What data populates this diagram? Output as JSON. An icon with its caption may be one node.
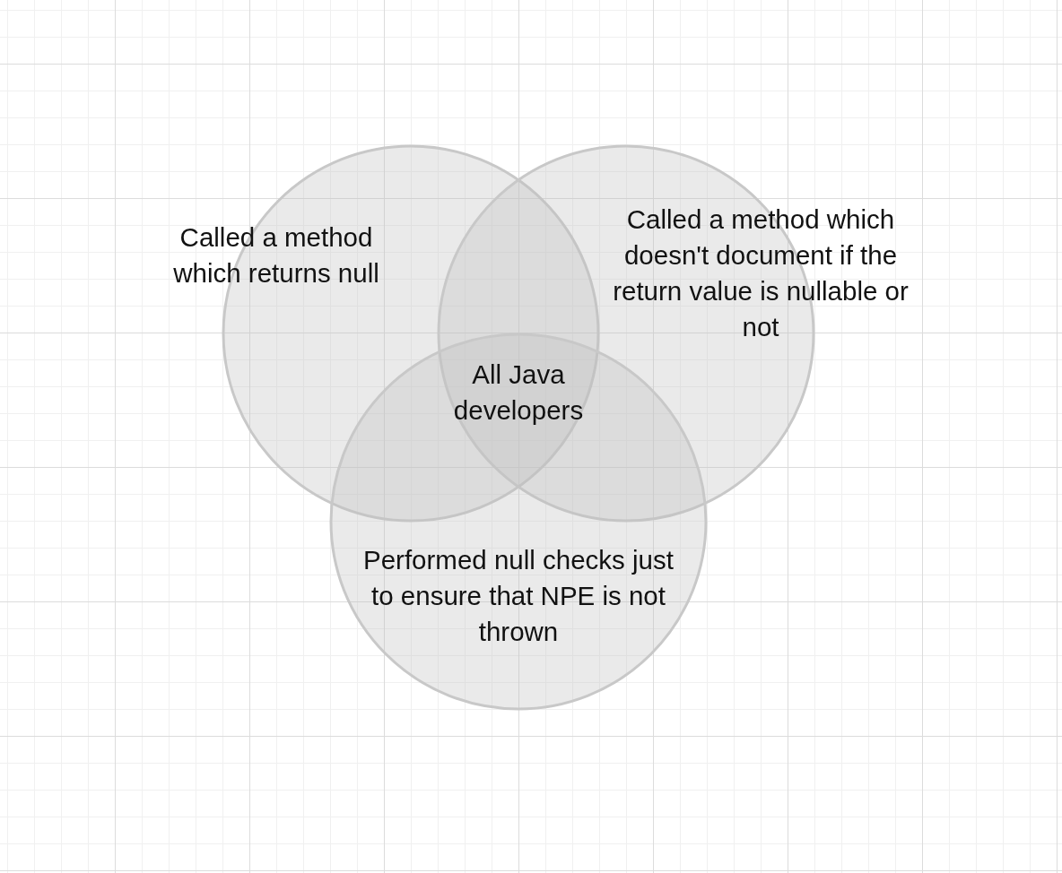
{
  "diagram": {
    "nodes": [
      {
        "text": [
          "Called a method which returns null"
        ]
      },
      {
        "text": [
          "Called a method which doesn't document if the return value is nullable or not"
        ]
      },
      {
        "text": [
          "Performed null checks just to ensure that NPE is not thrown"
        ]
      }
    ],
    "labels": [
      "All Java developers"
    ]
  }
}
